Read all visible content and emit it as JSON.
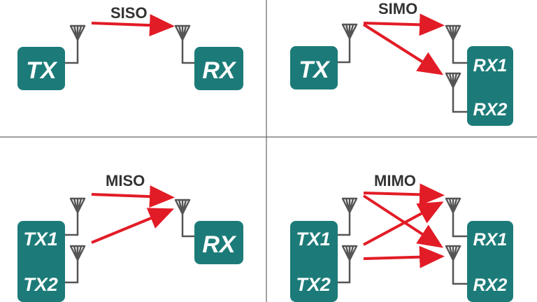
{
  "colors": {
    "box": "#1c7b78",
    "arrow": "#e21c26",
    "line": "#555555",
    "divider": "#666666",
    "title": "#333333"
  },
  "panels": {
    "siso": {
      "title": "SISO",
      "tx": "TX",
      "rx": "RX"
    },
    "simo": {
      "title": "SIMO",
      "tx": "TX",
      "rx1": "RX1",
      "rx2": "RX2"
    },
    "miso": {
      "title": "MISO",
      "tx1": "TX1",
      "tx2": "TX2",
      "rx": "RX"
    },
    "mimo": {
      "title": "MIMO",
      "tx1": "TX1",
      "tx2": "TX2",
      "rx1": "RX1",
      "rx2": "RX2"
    }
  }
}
